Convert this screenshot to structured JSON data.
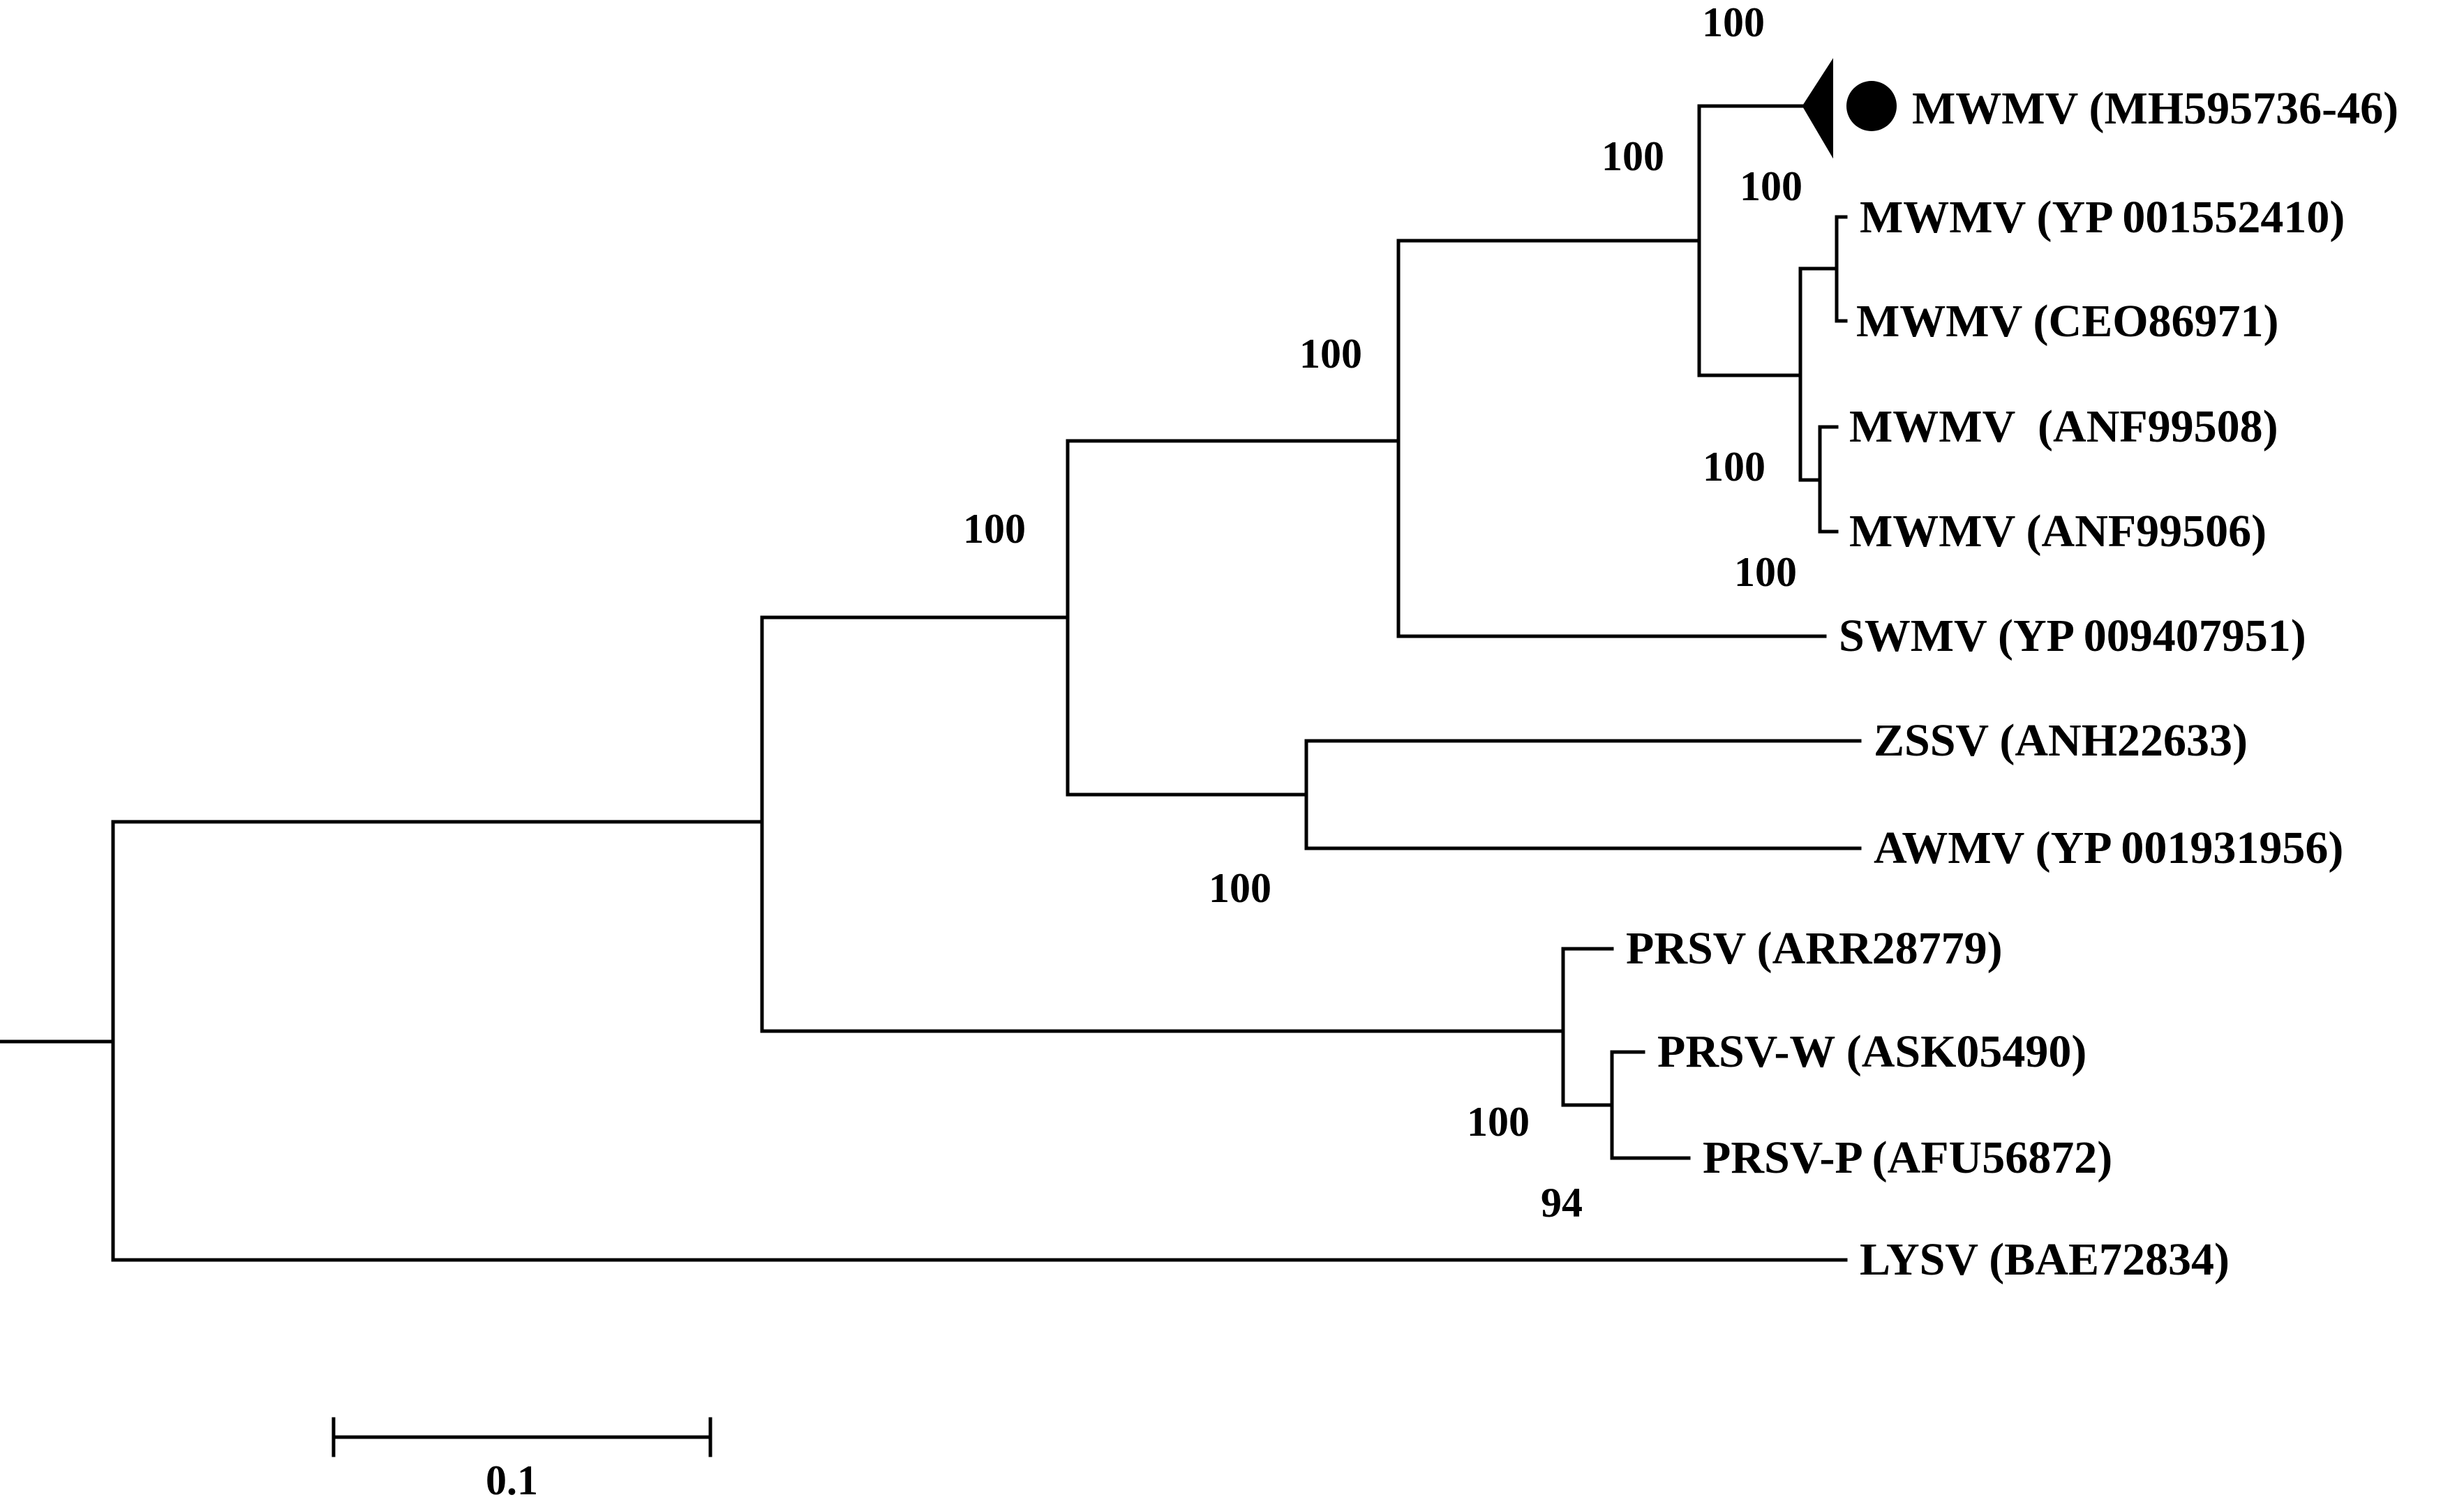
{
  "diagram": {
    "type": "phylogenetic-tree",
    "taxa": [
      {
        "id": "t1",
        "label": "MWMV (MH595736-46)",
        "marker": "filled-circle",
        "collapsed": true
      },
      {
        "id": "t2",
        "label": "MWMV (YP 001552410)"
      },
      {
        "id": "t3",
        "label": "MWMV (CEO86971)"
      },
      {
        "id": "t4",
        "label": "MWMV  (ANF99508)"
      },
      {
        "id": "t5",
        "label": "MWMV (ANF99506)"
      },
      {
        "id": "t6",
        "label": "SWMV (YP 009407951)"
      },
      {
        "id": "t7",
        "label": "ZSSV (ANH22633)"
      },
      {
        "id": "t8",
        "label": "AWMV (YP 001931956)"
      },
      {
        "id": "t9",
        "label": "PRSV (ARR28779)"
      },
      {
        "id": "t10",
        "label": "PRSV-W (ASK05490)"
      },
      {
        "id": "t11",
        "label": "PRSV-P (AFU56872)"
      },
      {
        "id": "t12",
        "label": "LYSV (BAE72834)"
      }
    ],
    "support_values": [
      {
        "id": "s1",
        "label": "100"
      },
      {
        "id": "s2",
        "label": "100"
      },
      {
        "id": "s3",
        "label": "100"
      },
      {
        "id": "s4",
        "label": "100"
      },
      {
        "id": "s5",
        "label": "100"
      },
      {
        "id": "s6",
        "label": "100"
      },
      {
        "id": "s7",
        "label": "100"
      },
      {
        "id": "s8",
        "label": "100"
      },
      {
        "id": "s9",
        "label": "100"
      },
      {
        "id": "s10",
        "label": "94"
      }
    ],
    "scale_bar": {
      "label": "0.1",
      "value": 0.1
    }
  }
}
